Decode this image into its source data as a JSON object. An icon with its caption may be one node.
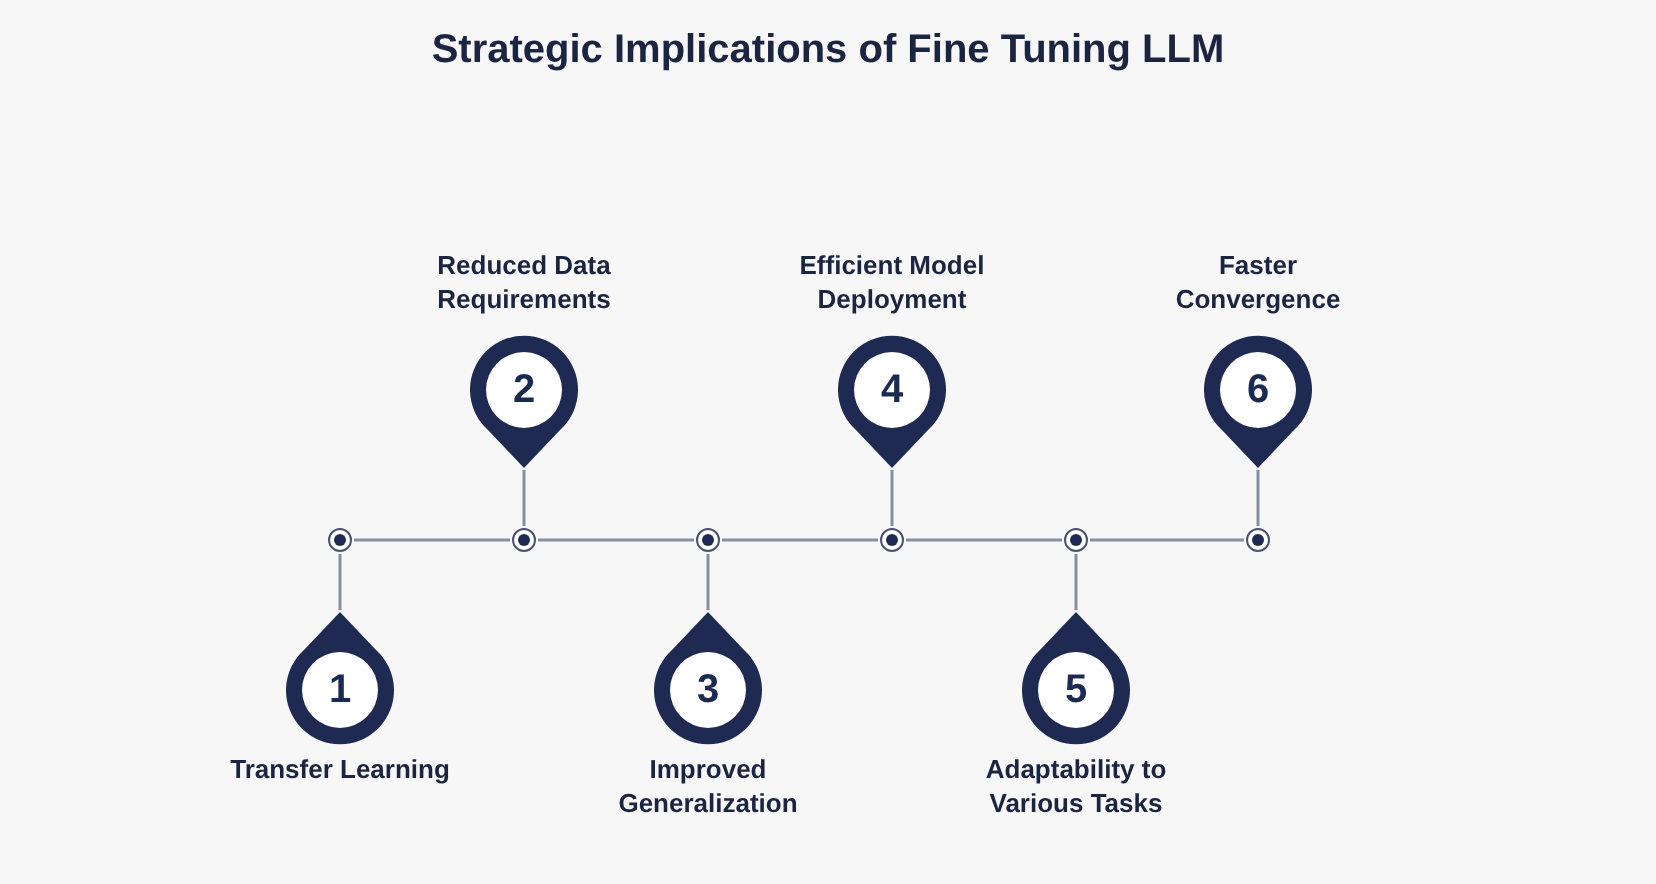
{
  "diagram": {
    "title": "Strategic Implications of Fine Tuning LLM",
    "nodes": [
      {
        "text": [
          "1"
        ],
        "beside": [
          "Transfer Learning"
        ]
      },
      {
        "text": [
          "2"
        ],
        "beside": [
          "Reduced Data Requirements"
        ]
      },
      {
        "text": [
          "3"
        ],
        "beside": [
          "Improved Generalization"
        ]
      },
      {
        "text": [
          "4"
        ],
        "beside": [
          "Efficient Model Deployment"
        ]
      },
      {
        "text": [
          "5"
        ],
        "beside": [
          "Adaptability to Various Tasks"
        ]
      },
      {
        "text": [
          "6"
        ],
        "beside": [
          "Faster Convergence"
        ]
      },
      {
        "text": [],
        "shape": "circle"
      },
      {
        "text": [],
        "shape": "circle"
      },
      {
        "text": [],
        "shape": "circle"
      },
      {
        "text": [],
        "shape": "circle"
      },
      {
        "text": [],
        "shape": "circle"
      },
      {
        "text": [],
        "shape": "circle"
      }
    ],
    "edges": [
      {
        "from": 6,
        "to": 7,
        "arrow": "none"
      },
      {
        "from": 7,
        "to": 8,
        "arrow": "none"
      },
      {
        "from": 8,
        "to": 9,
        "arrow": "none"
      },
      {
        "from": 9,
        "to": 10,
        "arrow": "none"
      },
      {
        "from": 10,
        "to": 11,
        "arrow": "none"
      },
      {
        "from": 6,
        "to": 0,
        "arrow": "none"
      },
      {
        "from": 7,
        "to": 1,
        "arrow": "none"
      },
      {
        "from": 8,
        "to": 2,
        "arrow": "none"
      },
      {
        "from": 9,
        "to": 3,
        "arrow": "none"
      },
      {
        "from": 10,
        "to": 4,
        "arrow": "none"
      },
      {
        "from": 11,
        "to": 5,
        "arrow": "none"
      }
    ]
  }
}
